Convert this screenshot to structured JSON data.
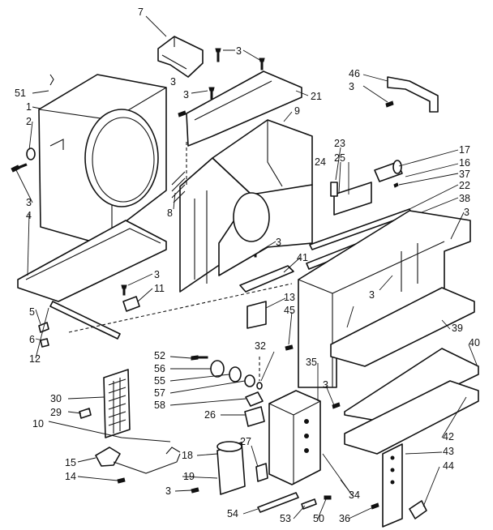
{
  "callouts": [
    "7",
    "3",
    "3",
    "3",
    "51",
    "1",
    "2",
    "3",
    "4",
    "21",
    "9",
    "46",
    "3",
    "23",
    "25",
    "24",
    "17",
    "16",
    "37",
    "22",
    "38",
    "3",
    "8",
    "3",
    "41",
    "13",
    "45",
    "3",
    "3",
    "11",
    "5",
    "6",
    "12",
    "30",
    "29",
    "10",
    "52",
    "56",
    "55",
    "57",
    "58",
    "32",
    "35",
    "3",
    "26",
    "27",
    "18",
    "15",
    "14",
    "19",
    "3",
    "54",
    "53",
    "50",
    "36",
    "34",
    "39",
    "40",
    "42",
    "43",
    "44"
  ]
}
